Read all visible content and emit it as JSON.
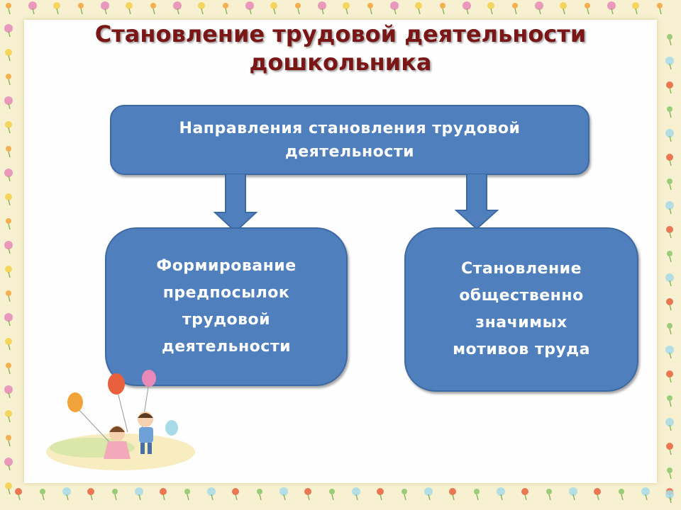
{
  "title": {
    "line1": "Становление трудовой деятельности",
    "line2": "дошкольника"
  },
  "top_box": {
    "line1": "Направления становления трудовой",
    "line2": "деятельности"
  },
  "left_box": {
    "line1": "Формирование",
    "line2": "предпосылок",
    "line3": "трудовой",
    "line4": "деятельности"
  },
  "right_box": {
    "line1": "Становление",
    "line2": "общественно",
    "line3": "значимых",
    "line4": "мотивов труда"
  },
  "colors": {
    "title": "#7a1616",
    "box_fill": "#4f7fbd",
    "box_border": "#3e6aa3",
    "background": "#f7f1d2"
  }
}
